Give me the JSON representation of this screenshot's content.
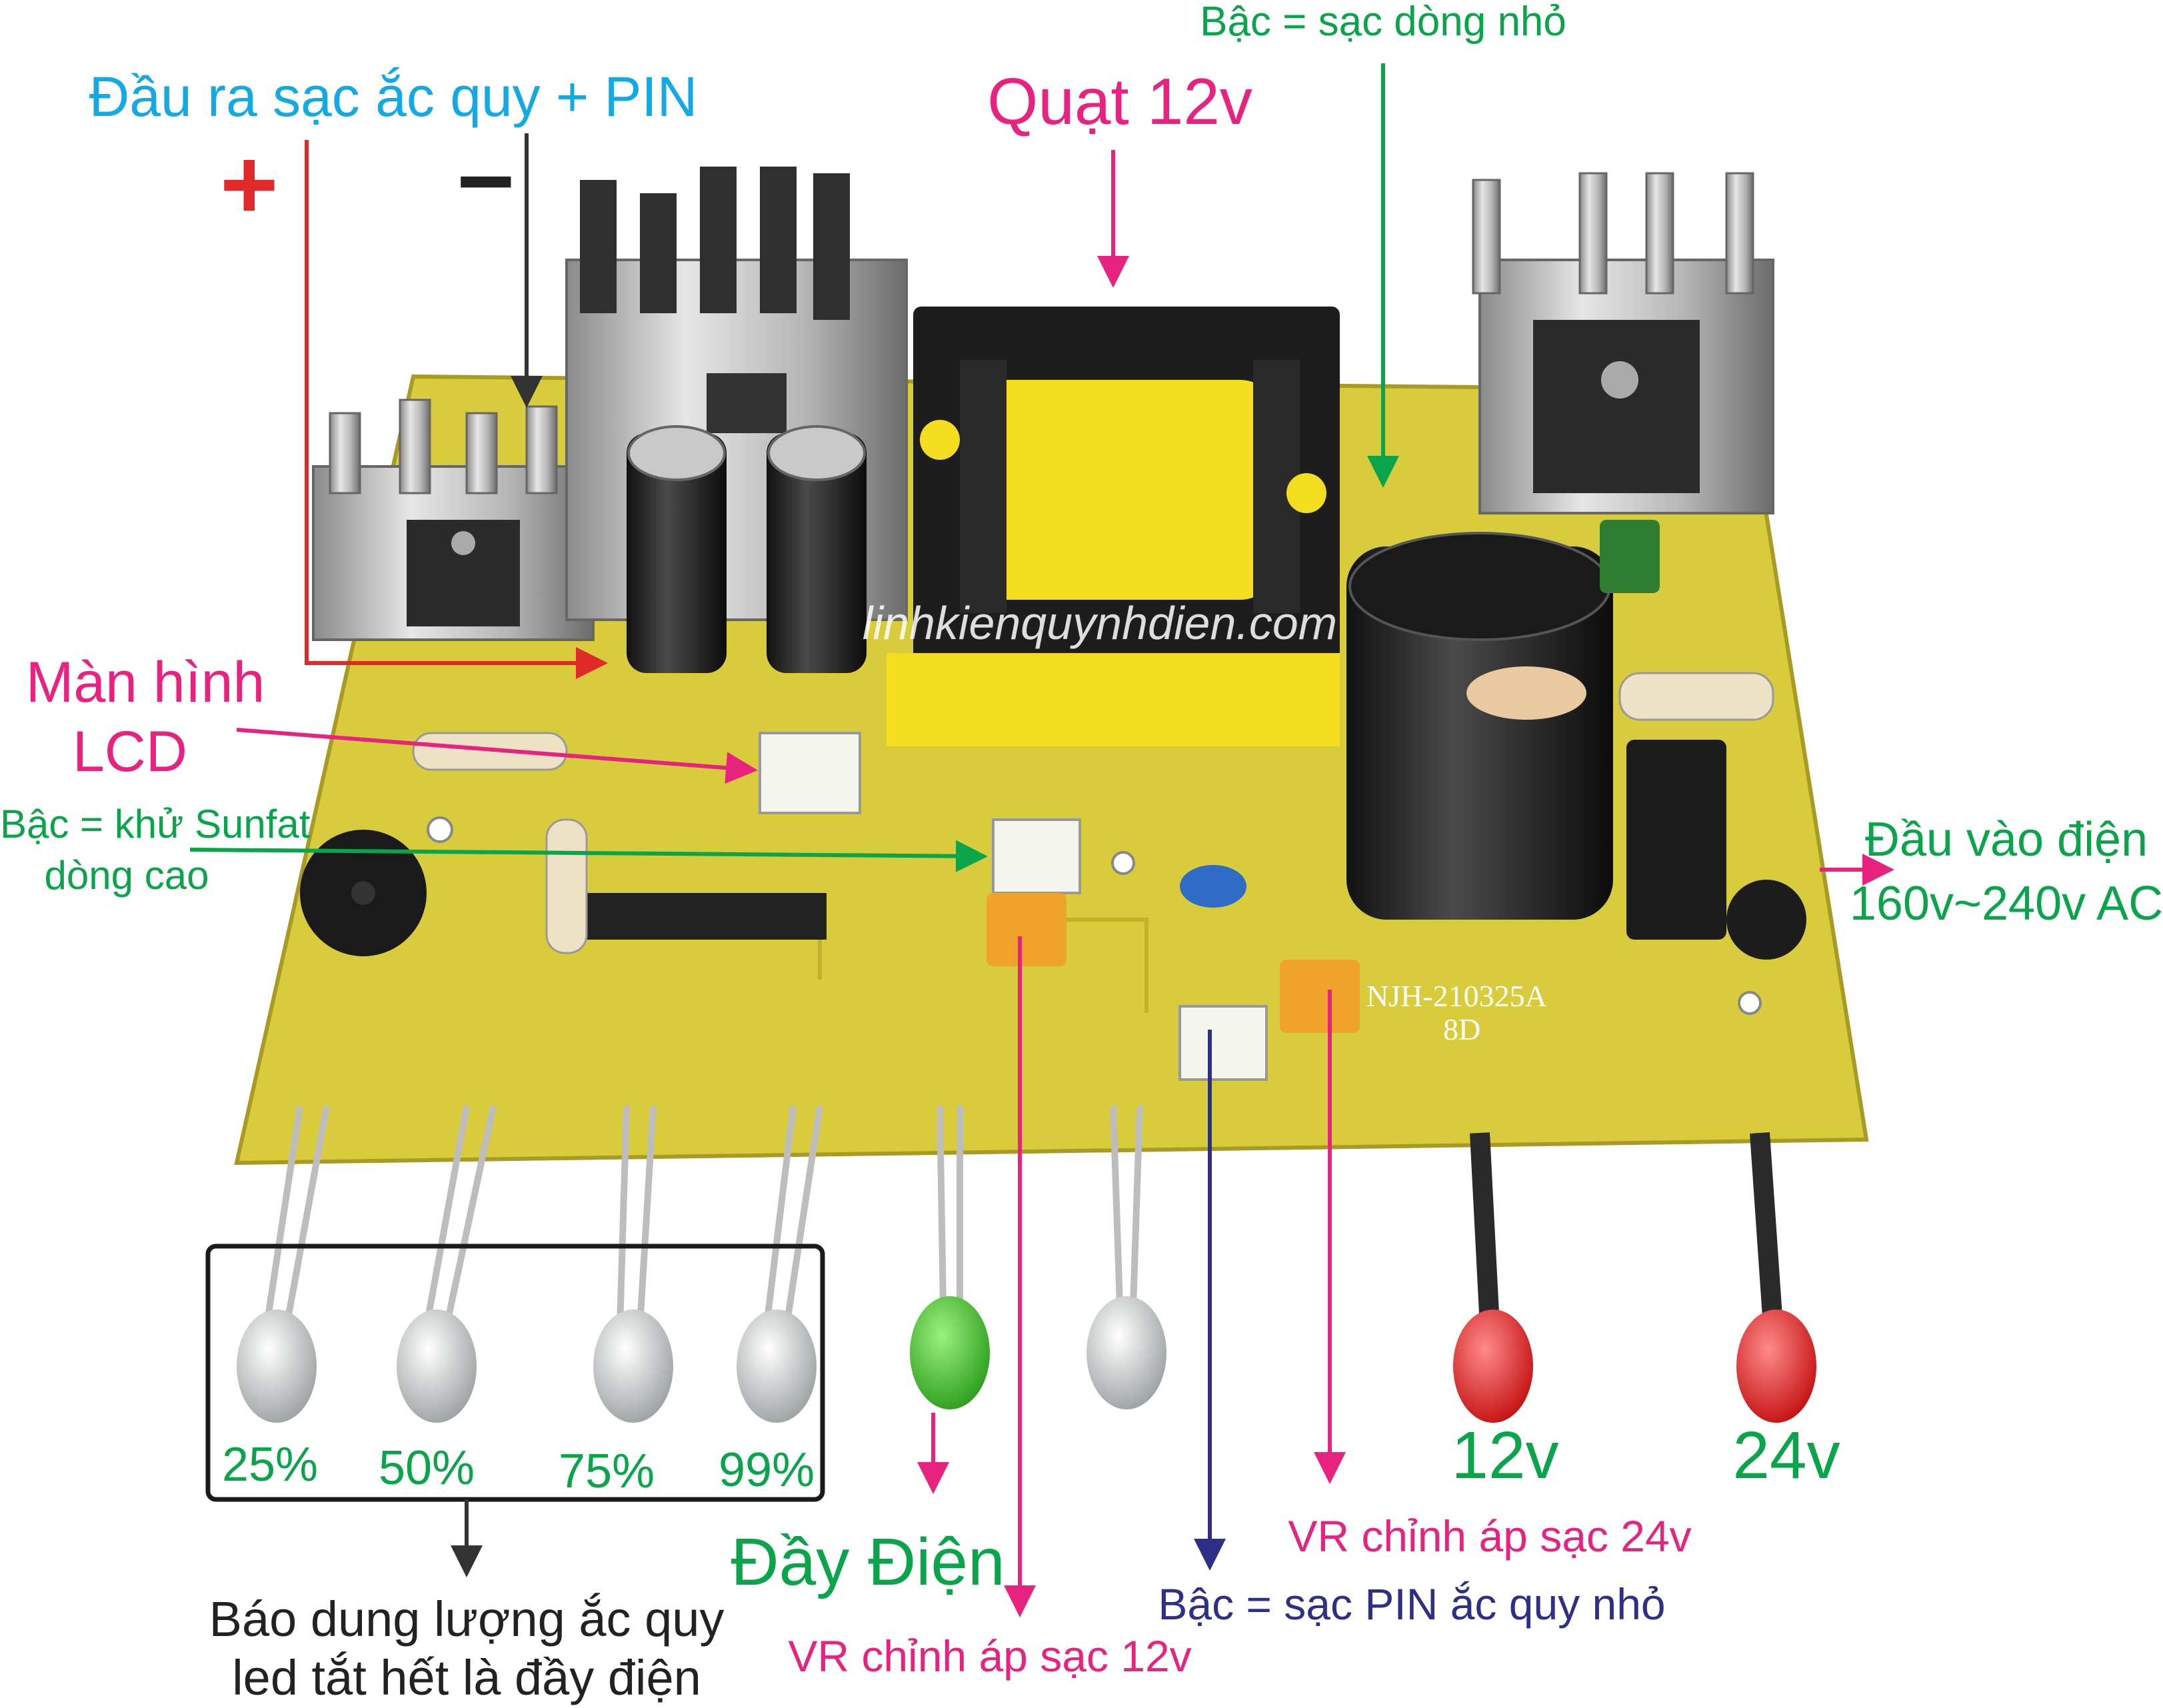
{
  "labels": {
    "output_terminal": "Đầu ra sạc ắc quy + PIN",
    "plus_sign": "+",
    "minus_sign": "−",
    "small_current_jumper": "Bậc = sạc dòng nhỏ",
    "fan_12v": "Quạt 12v",
    "lcd_line1": "Màn hình",
    "lcd_line2": "LCD",
    "sunfat_line1": "Bậc = khử Sunfat",
    "sunfat_line2": "dòng cao",
    "ac_input_line1": "Đầu vào điện",
    "ac_input_line2": "160v~240v AC",
    "watermark": "linhkienquynhdien.com",
    "pcb_model_line1": "NJH-210325A",
    "pcb_model_line2": "8D",
    "led_25": "25%",
    "led_50": "50%",
    "led_75": "75%",
    "led_99": "99%",
    "full_charge": "Đầy Điện",
    "led_12v": "12v",
    "led_24v": "24v",
    "vr_24v": "VR chỉnh áp sạc 24v",
    "small_battery_jumper": "Bậc = sạc PIN ắc quy nhỏ",
    "capacity_line1": "Báo dung lượng ắc quy",
    "capacity_line2": "led tắt hết là đầy điện",
    "vr_12v": "VR chỉnh áp sạc 12v"
  },
  "colors": {
    "pink": "#e8237f",
    "green": "#0aa54a",
    "cyan": "#13a9e3",
    "navy": "#2e2f86",
    "red": "#e02a2a",
    "pcb": "#d8cc3c",
    "transformer_tape": "#f3dd1e"
  }
}
